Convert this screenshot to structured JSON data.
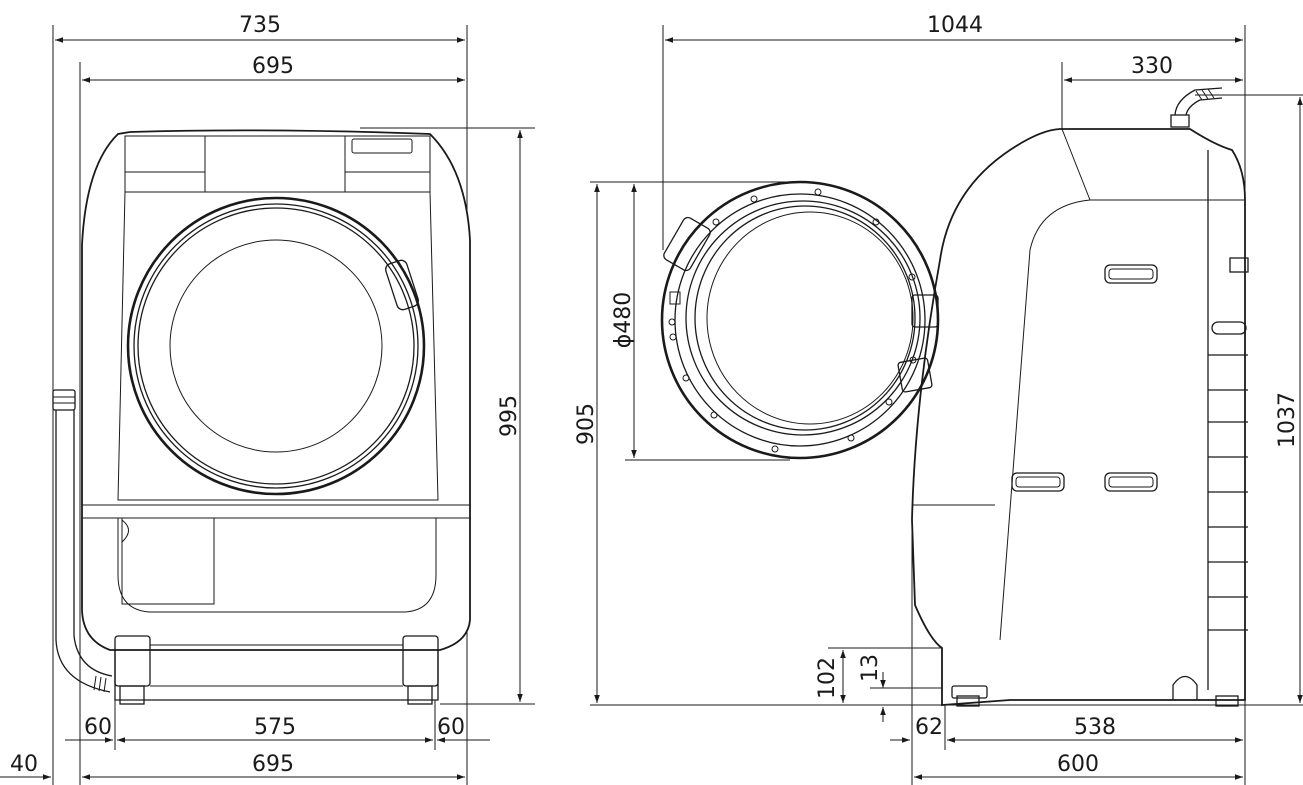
{
  "front_view": {
    "top_dims": {
      "overall_width": "735",
      "body_width": "695"
    },
    "height": "995",
    "bottom_dims": {
      "left_margin": "60",
      "foot_span": "575",
      "right_margin": "60",
      "base_width": "695",
      "hose_offset": "40"
    }
  },
  "side_view": {
    "top_dims": {
      "door_open_depth": "1044",
      "hose_depth": "330"
    },
    "door_height": "905",
    "door_diameter": "ϕ480",
    "total_height": "1037",
    "bottom_dims": {
      "clearance_height": "102",
      "foot_height": "13",
      "front_offset": "62",
      "foot_depth": "538",
      "depth": "600"
    }
  }
}
